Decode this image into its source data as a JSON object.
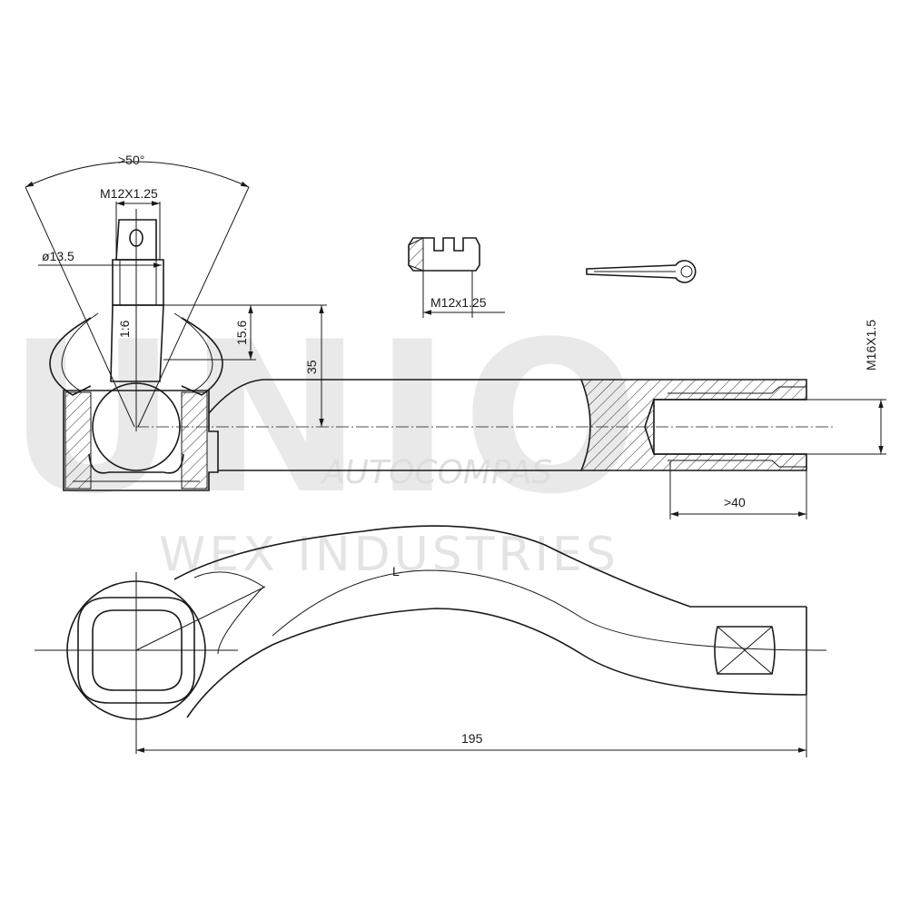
{
  "watermark": {
    "brand": "UNIO",
    "line1": "AUTOCOMPAS",
    "line2": "WEX INDUSTRIES"
  },
  "dimensions": {
    "angle": ">50°",
    "stud_thread": "M12X1.25",
    "stud_diameter": "ø13.5",
    "taper": "1:6",
    "cone_height": "15.6",
    "height": "35",
    "nut_thread": "M12x1.25",
    "inner_thread": "M16X1.5",
    "thread_depth": ">40",
    "length_label": "L",
    "length": "195"
  }
}
